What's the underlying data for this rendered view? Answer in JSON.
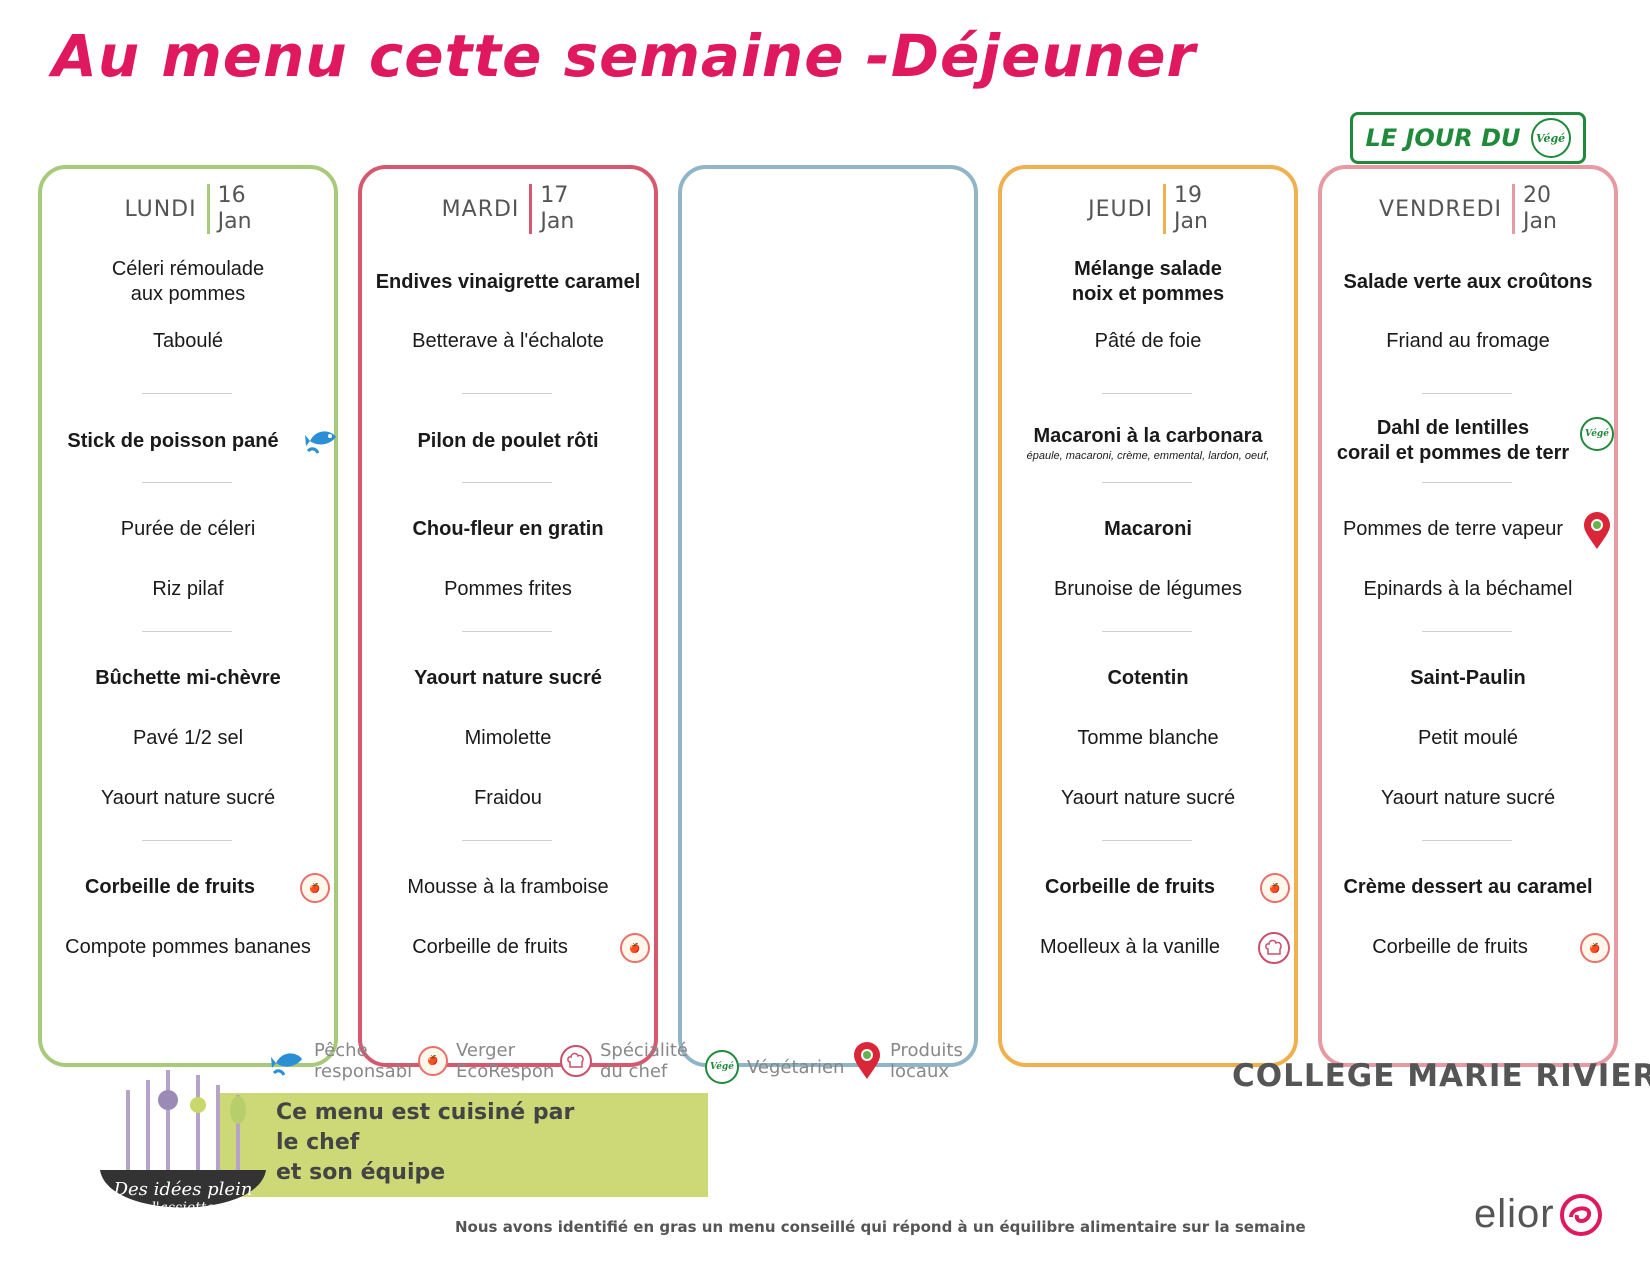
{
  "title": "Au menu cette semaine -Déjeuner",
  "vege_banner": {
    "text": "LE JOUR DU",
    "badge": "Végé"
  },
  "days": [
    {
      "name": "LUNDI",
      "day": "16",
      "month": "Jan",
      "items": [
        "Céleri rémoulade",
        "aux pommes",
        "Taboulé",
        "Stick de poisson pané",
        "Purée de céleri",
        "Riz pilaf",
        "Bûchette mi-chèvre",
        "Pavé 1/2 sel",
        "Yaourt nature sucré",
        "Corbeille de fruits",
        "Compote pommes bananes"
      ]
    },
    {
      "name": "MARDI",
      "day": "17",
      "month": "Jan",
      "items": [
        "Endives vinaigrette caramel",
        "Betterave à l'échalote",
        "Pilon de poulet rôti",
        "Chou-fleur en gratin",
        "Pommes frites",
        "Yaourt nature sucré",
        "Mimolette",
        "Fraidou",
        "Mousse à la framboise",
        "Corbeille de fruits"
      ]
    },
    {
      "name": "",
      "day": "",
      "month": "",
      "items": []
    },
    {
      "name": "JEUDI",
      "day": "19",
      "month": "Jan",
      "items": [
        "Mélange salade",
        "noix et pommes",
        "Pâté de foie",
        "Macaroni à la carbonara",
        "épaule, macaroni, crème, emmental, lardon, oeuf,",
        "Macaroni",
        "Brunoise de légumes",
        "Cotentin",
        "Tomme blanche",
        "Yaourt nature sucré",
        "Corbeille de fruits",
        "Moelleux à la vanille"
      ]
    },
    {
      "name": "VENDREDI",
      "day": "20",
      "month": "Jan",
      "items": [
        "Salade verte aux croûtons",
        "Friand au fromage",
        "Dahl de lentilles",
        "corail et pommes de terr",
        "Pommes de terre vapeur",
        "Epinards à la béchamel",
        "Saint-Paulin",
        "Petit moulé",
        "Yaourt nature sucré",
        "Crème dessert au caramel",
        "Corbeille de fruits"
      ]
    }
  ],
  "legend": [
    {
      "icon": "fish-icon",
      "line1": "Pêche",
      "line2": "responsabl"
    },
    {
      "icon": "apple-icon",
      "line1": "Verger",
      "line2": "EcoRespon"
    },
    {
      "icon": "chef-hat-icon",
      "line1": "Spécialité",
      "line2": "du chef"
    },
    {
      "icon": "vege-icon",
      "line1": "Végétarien",
      "line2": ""
    },
    {
      "icon": "local-pin-icon",
      "line1": "Produits",
      "line2": "locaux"
    }
  ],
  "chef_box": {
    "line1": "Ce menu est cuisiné par",
    "line2": "le chef",
    "line3": "et son équipe",
    "logo_text": "Des idées plein l'assiette"
  },
  "school": "COLLEGE MARIE RIVIER",
  "footer_note": "Nous avons identifié en gras un menu conseillé qui répond à un équilibre alimentaire sur la semaine",
  "brand": "elior",
  "colors": {
    "title": "#e0195f",
    "lundi": "#a6c97a",
    "mardi": "#d7586e",
    "mercredi": "#8fb5c6",
    "jeudi": "#f0b04e",
    "vendredi": "#e89aa2",
    "vege_green": "#1e8a3a",
    "chef_box": "#cdd977"
  }
}
